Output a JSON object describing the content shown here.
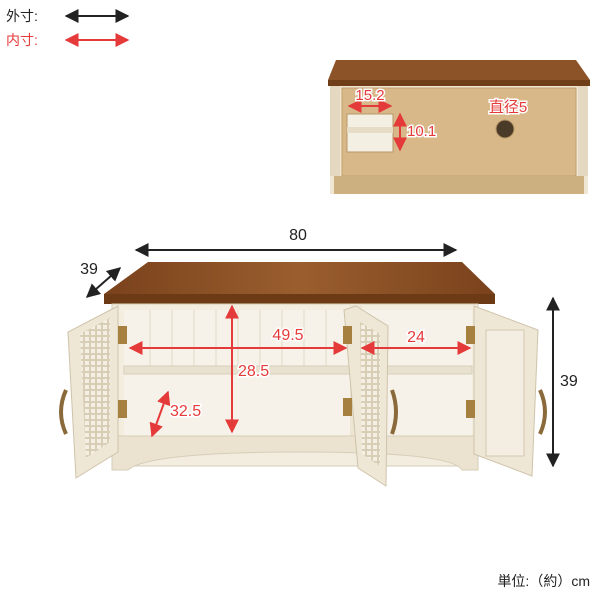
{
  "legend": {
    "outer": {
      "label": "外寸:",
      "color": "#222222"
    },
    "inner": {
      "label": "内寸:",
      "color": "#e53a3a"
    }
  },
  "back_view": {
    "opening_width": "15.2",
    "opening_height": "10.1",
    "hole_diameter": "直径5"
  },
  "front_view": {
    "outer_width": "80",
    "outer_depth": "39",
    "outer_height": "39",
    "inner_left_width": "49.5",
    "inner_right_width": "24",
    "inner_height": "28.5",
    "inner_depth": "32.5"
  },
  "unit_label": "単位:（約）cm",
  "colors": {
    "wood_top": "#8a4f23",
    "cabinet_white": "#f3ede0",
    "board_back": "#d9b98a",
    "dimension_red": "#e53a3a",
    "dimension_dark": "#222222"
  }
}
